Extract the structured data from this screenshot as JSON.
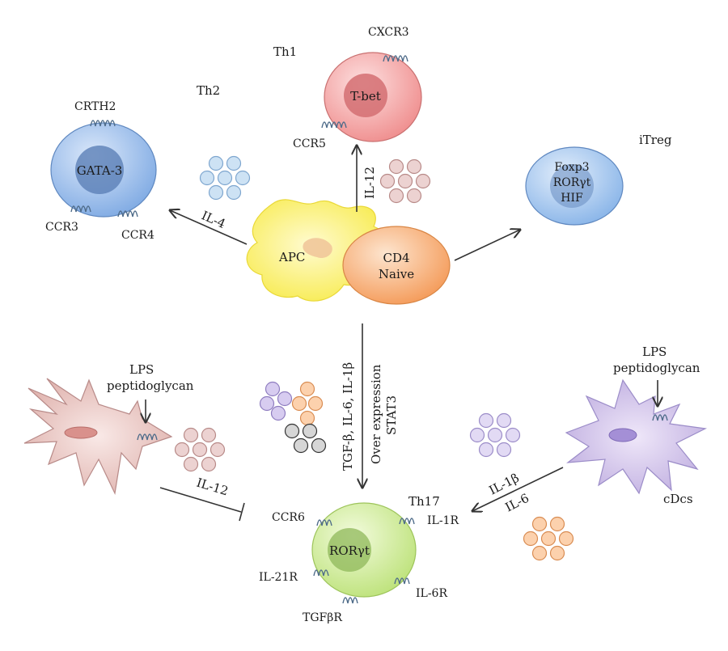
{
  "cells": {
    "th1": {
      "name": "Th1",
      "factor": "T-bet",
      "receptor_top": "CXCR3",
      "receptor_left": "CCR5"
    },
    "th2": {
      "name": "Th2",
      "factor": "GATA-3",
      "receptor_top": "CRTH2",
      "receptor_left": "CCR3",
      "receptor_right": "CCR4"
    },
    "itreg": {
      "name": "iTreg",
      "factor_lines": [
        "Foxp3",
        "RORγt",
        "HIF"
      ]
    },
    "apc": {
      "name": "APC"
    },
    "naive": {
      "name_lines": [
        "CD4",
        "Naive"
      ]
    },
    "th17": {
      "name": "Th17",
      "factor": "RORγt",
      "receptors": [
        "CCR6",
        "IL-1R",
        "IL-21R",
        "IL-6R",
        "TGFβR"
      ]
    },
    "left_dc": {
      "stimulus_lines": [
        "LPS",
        "peptidoglycan"
      ]
    },
    "right_dc": {
      "name": "cDcs",
      "stimulus_lines": [
        "LPS",
        "peptidoglycan"
      ]
    }
  },
  "arrows": {
    "il12_up": "IL-12",
    "il4": "IL-4",
    "down_cytokines": "TGF-β, IL-6, IL-1β",
    "down_transcription_lines": [
      "Over expression",
      "STAT3"
    ],
    "left_inhibit": "IL-12",
    "right_cytokines_lines": [
      "IL-1β",
      "IL-6"
    ]
  },
  "colors": {
    "th1": "#f28c8c",
    "th2": "#8fb5e8",
    "itreg": "#9cc2ee",
    "apc": "#fbf06a",
    "naive": "#f7a86a",
    "th17": "#cdeb8f",
    "dc_left": "#e8c0bc",
    "dc_right": "#cbb8e6"
  }
}
